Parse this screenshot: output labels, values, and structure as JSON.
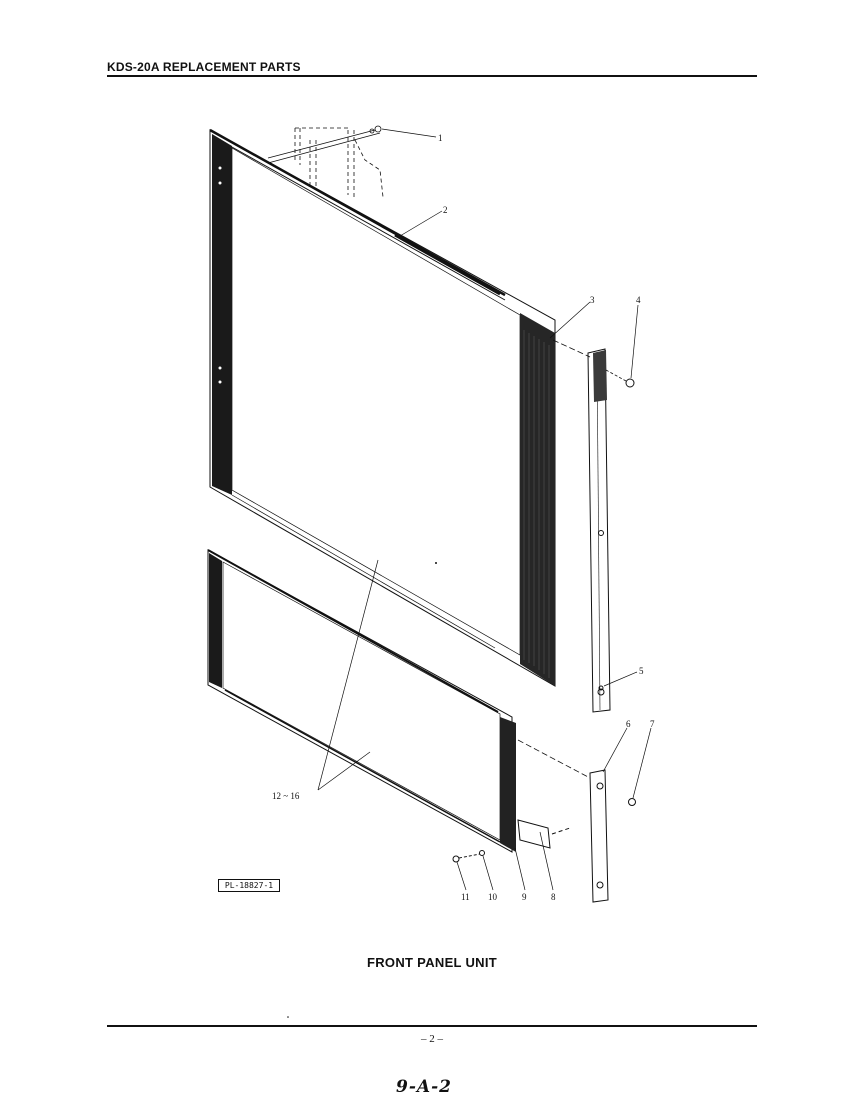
{
  "header": {
    "title": "KDS-20A REPLACEMENT PARTS"
  },
  "figure": {
    "callouts": {
      "c1": "1",
      "c2": "2",
      "c3": "3",
      "c4": "4",
      "c5": "5",
      "c6": "6",
      "c7": "7",
      "c8": "8",
      "c9": "9",
      "c10": "10",
      "c11": "11",
      "c12_16": "12 ~ 16"
    },
    "reference": "PL-18827-1",
    "caption": "FRONT PANEL UNIT"
  },
  "footer": {
    "page_number": "– 2 –",
    "handwritten_note": "9-A-2"
  }
}
